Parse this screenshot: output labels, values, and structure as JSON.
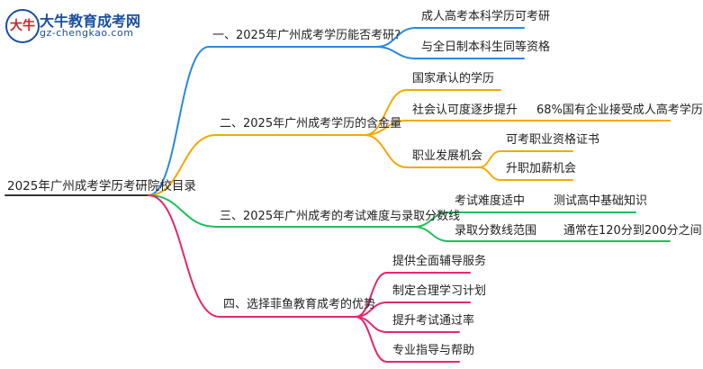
{
  "logo": {
    "badge_text": "大牛",
    "name": "大牛教育成考网",
    "url": "gz-chengkao.com"
  },
  "root": "2025年广州成考学历考研院校目录",
  "branches": [
    {
      "label": "一、2025年广州成考学历能否考研？",
      "color": "#2b87e3",
      "children": [
        {
          "label": "成人高考本科学历可考研"
        },
        {
          "label": "与全日制本科生同等资格"
        }
      ]
    },
    {
      "label": "二、2025年广州成考学历的含金量",
      "color": "#f2a900",
      "children": [
        {
          "label": "国家承认的学历"
        },
        {
          "label": "社会认可度逐步提升",
          "children": [
            {
              "label": "68%国有企业接受成人高考学历"
            }
          ]
        },
        {
          "label": "职业发展机会",
          "children": [
            {
              "label": "可考职业资格证书"
            },
            {
              "label": "升职加薪机会"
            }
          ]
        }
      ]
    },
    {
      "label": "三、2025年广州成考的考试难度与录取分数线",
      "color": "#1dbf5a",
      "children": [
        {
          "label": "考试难度适中",
          "children": [
            {
              "label": "测试高中基础知识"
            }
          ]
        },
        {
          "label": "录取分数线范围",
          "children": [
            {
              "label": "通常在120分到200分之间"
            }
          ]
        }
      ]
    },
    {
      "label": "四、选择菲鱼教育成考的优势",
      "color": "#e8266e",
      "children": [
        {
          "label": "提供全面辅导服务"
        },
        {
          "label": "制定合理学习计划"
        },
        {
          "label": "提升考试通过率"
        },
        {
          "label": "专业指导与帮助"
        }
      ]
    }
  ]
}
